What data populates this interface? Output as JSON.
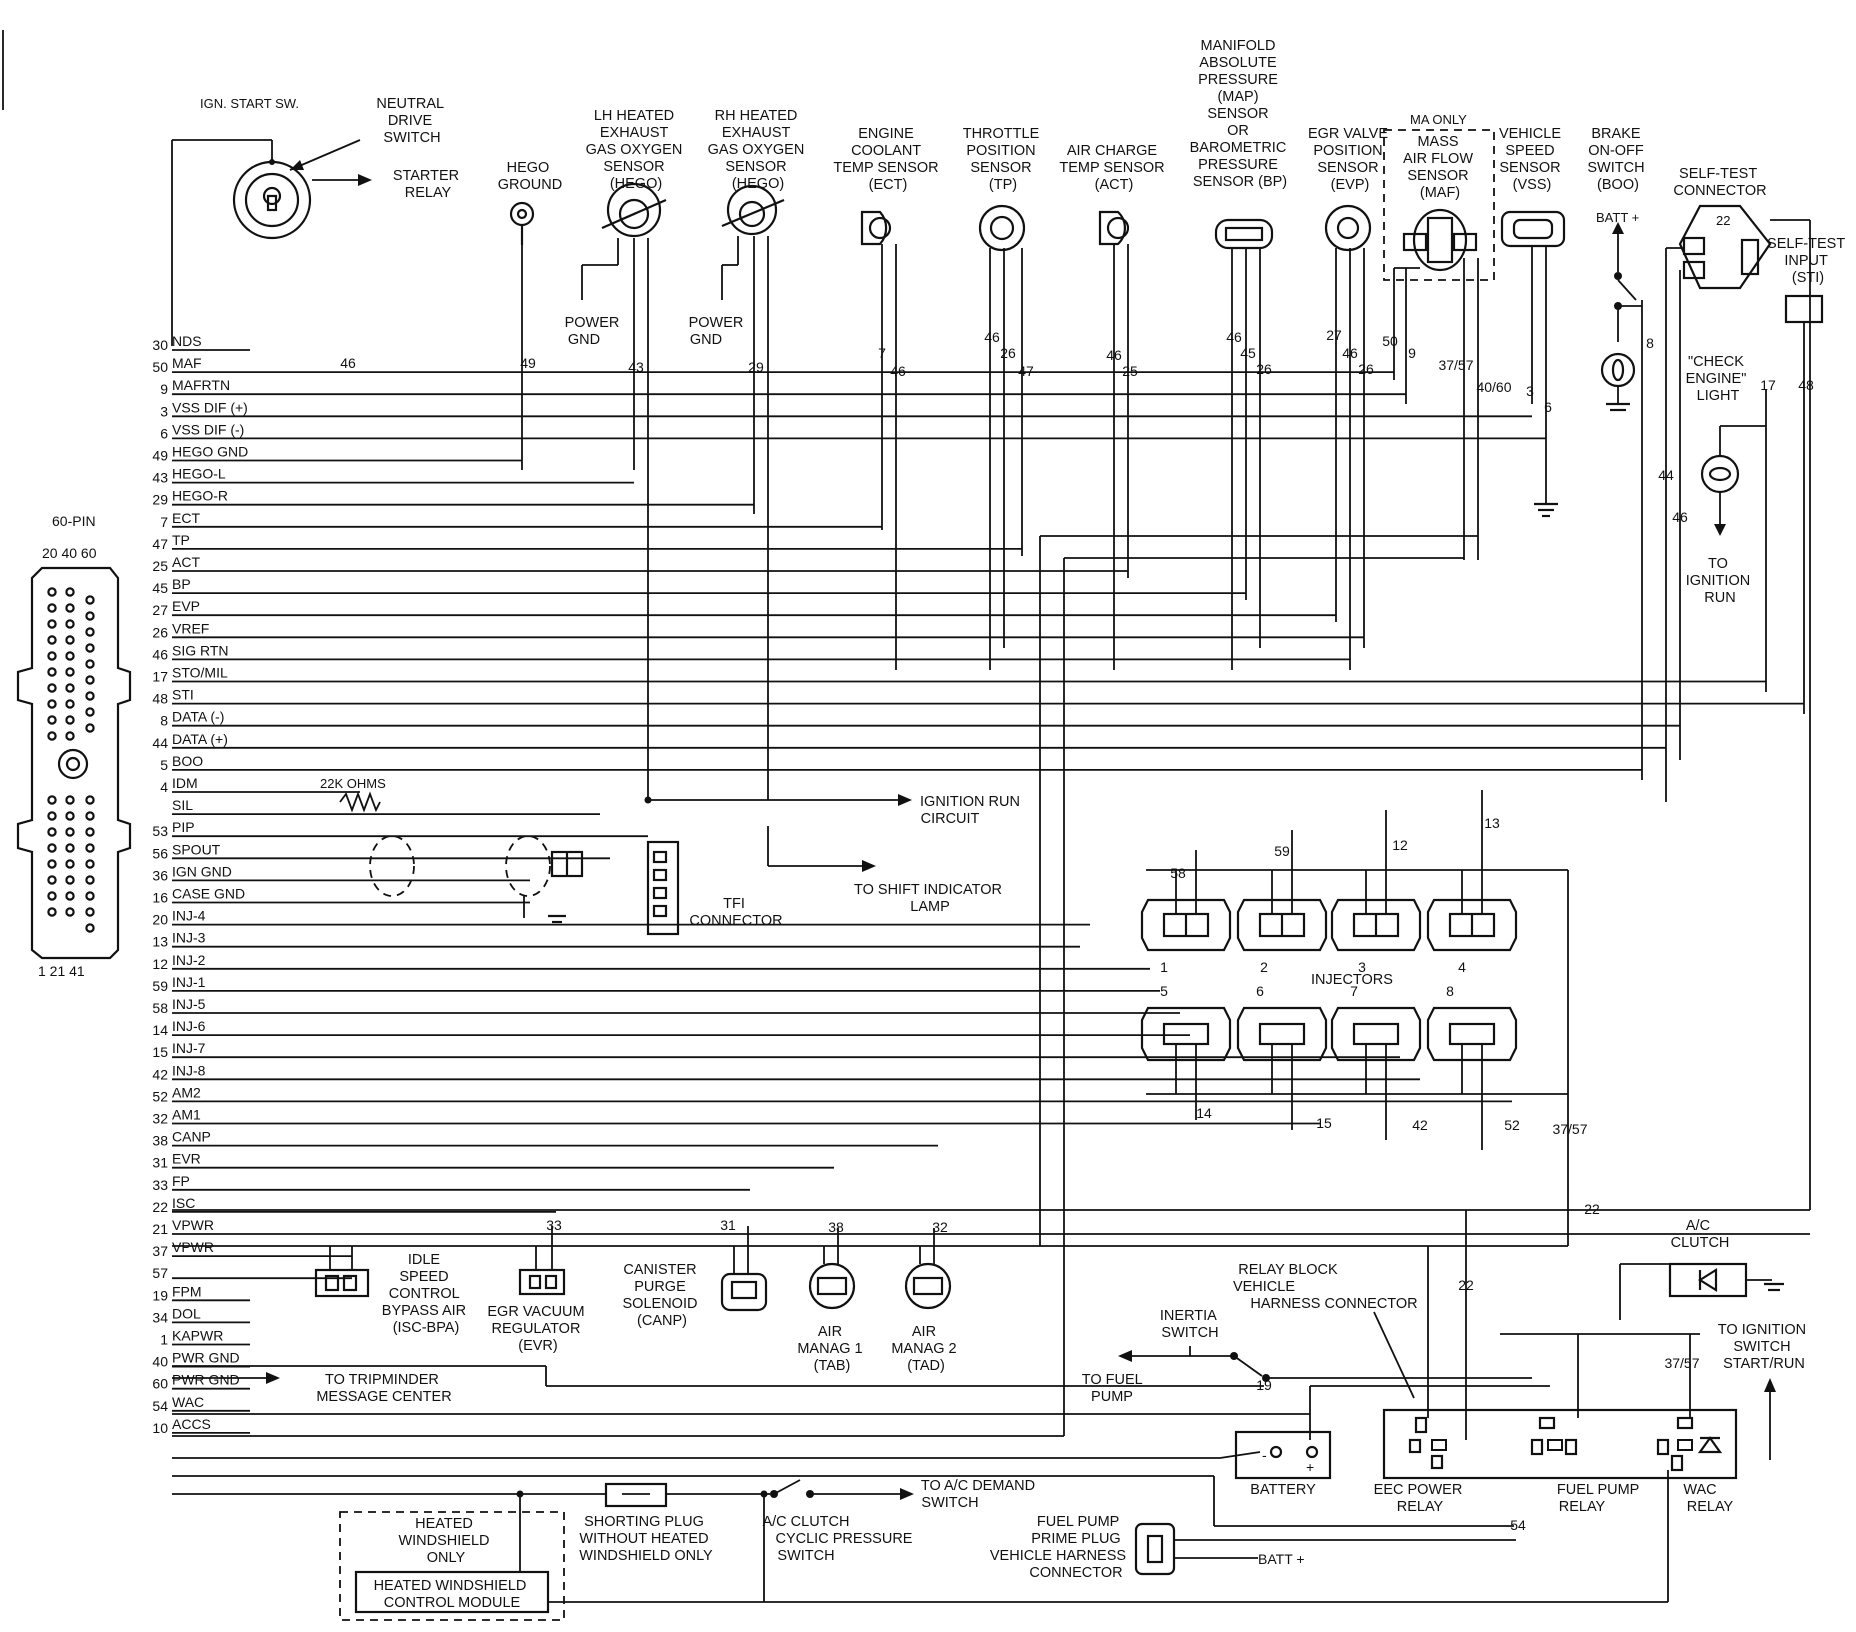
{
  "connector_60pin": {
    "title": "60-PIN",
    "top_numbers": "20  40  60",
    "bottom_numbers": "1  21  41"
  },
  "pins": [
    {
      "n": "30",
      "label": "NDS"
    },
    {
      "n": "50",
      "label": "MAF"
    },
    {
      "n": "9",
      "label": "MAFRTN"
    },
    {
      "n": "3",
      "label": "VSS DIF (+)"
    },
    {
      "n": "6",
      "label": "VSS DIF (-)"
    },
    {
      "n": "49",
      "label": "HEGO GND"
    },
    {
      "n": "43",
      "label": "HEGO-L"
    },
    {
      "n": "29",
      "label": "HEGO-R"
    },
    {
      "n": "7",
      "label": "ECT"
    },
    {
      "n": "47",
      "label": "TP"
    },
    {
      "n": "25",
      "label": "ACT"
    },
    {
      "n": "45",
      "label": "BP"
    },
    {
      "n": "27",
      "label": "EVP"
    },
    {
      "n": "26",
      "label": "VREF"
    },
    {
      "n": "46",
      "label": "SIG RTN"
    },
    {
      "n": "17",
      "label": "STO/MIL"
    },
    {
      "n": "48",
      "label": "STI"
    },
    {
      "n": "8",
      "label": "DATA (-)"
    },
    {
      "n": "44",
      "label": "DATA (+)"
    },
    {
      "n": "5",
      "label": "BOO"
    },
    {
      "n": "4",
      "label": "IDM"
    },
    {
      "n": "",
      "label": "SIL"
    },
    {
      "n": "53",
      "label": "PIP"
    },
    {
      "n": "56",
      "label": "SPOUT"
    },
    {
      "n": "36",
      "label": "IGN GND"
    },
    {
      "n": "16",
      "label": "CASE GND"
    },
    {
      "n": "20",
      "label": "INJ-4"
    },
    {
      "n": "13",
      "label": "INJ-3"
    },
    {
      "n": "12",
      "label": "INJ-2"
    },
    {
      "n": "59",
      "label": "INJ-1"
    },
    {
      "n": "58",
      "label": "INJ-5"
    },
    {
      "n": "14",
      "label": "INJ-6"
    },
    {
      "n": "15",
      "label": "INJ-7"
    },
    {
      "n": "42",
      "label": "INJ-8"
    },
    {
      "n": "52",
      "label": "AM2"
    },
    {
      "n": "32",
      "label": "AM1"
    },
    {
      "n": "38",
      "label": "CANP"
    },
    {
      "n": "31",
      "label": "EVR"
    },
    {
      "n": "33",
      "label": "FP"
    },
    {
      "n": "22",
      "label": "ISC"
    },
    {
      "n": "21",
      "label": "VPWR"
    },
    {
      "n": "37",
      "label": "VPWR"
    },
    {
      "n": "57",
      "label": ""
    },
    {
      "n": "19",
      "label": "FPM"
    },
    {
      "n": "34",
      "label": "DOL"
    },
    {
      "n": "1",
      "label": "KAPWR"
    },
    {
      "n": "40",
      "label": "PWR GND"
    },
    {
      "n": "60",
      "label": "PWR GND"
    },
    {
      "n": "54",
      "label": "WAC"
    },
    {
      "n": "10",
      "label": "ACCS"
    }
  ],
  "sensors": {
    "ign_start_sw": "IGN. START SW.",
    "neutral_drive": [
      "NEUTRAL",
      "DRIVE",
      "SWITCH"
    ],
    "starter_relay": [
      "STARTER",
      "RELAY"
    ],
    "hego_ground": [
      "HEGO",
      "GROUND"
    ],
    "lh_hego": [
      "LH HEATED",
      "EXHAUST",
      "GAS OXYGEN",
      "SENSOR",
      "(HEGO)"
    ],
    "rh_hego": [
      "RH HEATED",
      "EXHAUST",
      "GAS OXYGEN",
      "SENSOR",
      "(HEGO)"
    ],
    "power_gnd": [
      "POWER",
      "GND"
    ],
    "ect": [
      "ENGINE",
      "COOLANT",
      "TEMP SENSOR",
      "(ECT)"
    ],
    "tp": [
      "THROTTLE",
      "POSITION",
      "SENSOR",
      "(TP)"
    ],
    "act": [
      "AIR CHARGE",
      "TEMP SENSOR",
      "(ACT)"
    ],
    "map": [
      "MANIFOLD",
      "ABSOLUTE",
      "PRESSURE",
      "(MAP)",
      "SENSOR",
      "OR",
      "BAROMETRIC",
      "PRESSURE",
      "SENSOR (BP)"
    ],
    "evp": [
      "EGR VALVE",
      "POSITION",
      "SENSOR",
      "(EVP)"
    ],
    "ma_only": "MA ONLY",
    "maf": [
      "MASS",
      "AIR FLOW",
      "SENSOR",
      "(MAF)"
    ],
    "vss": [
      "VEHICLE",
      "SPEED",
      "SENSOR",
      "(VSS)"
    ],
    "boo": [
      "BRAKE",
      "ON-OFF",
      "SWITCH",
      "(BOO)"
    ],
    "batt_plus": "BATT +",
    "self_test_connector": [
      "SELF-TEST",
      "CONNECTOR"
    ],
    "self_test_input": [
      "SELF-TEST",
      "INPUT",
      "(STI)"
    ],
    "check_engine": [
      "\"CHECK",
      "ENGINE\"",
      "LIGHT"
    ],
    "to_ignition_run": [
      "TO",
      "IGNITION",
      "RUN"
    ]
  },
  "middle": {
    "ohms": "22K OHMS",
    "ignition_run_circuit": [
      "IGNITION RUN",
      "CIRCUIT"
    ],
    "shift_indicator": [
      "TO SHIFT INDICATOR",
      "LAMP"
    ],
    "tfi": [
      "TFI",
      "CONNECTOR"
    ],
    "injectors": "INJECTORS",
    "injector_numbers_top": [
      "1",
      "2",
      "3",
      "4"
    ],
    "injector_numbers_bottom": [
      "5",
      "6",
      "7",
      "8"
    ]
  },
  "bottom": {
    "isc": [
      "IDLE",
      "SPEED",
      "CONTROL",
      "BYPASS AIR",
      "(ISC-BPA)"
    ],
    "evr": [
      "EGR VACUUM",
      "REGULATOR",
      "(EVR)"
    ],
    "canp": [
      "CANISTER",
      "PURGE",
      "SOLENOID",
      "(CANP)"
    ],
    "tab": [
      "AIR",
      "MANAG 1",
      "(TAB)"
    ],
    "tad": [
      "AIR",
      "MANAG 2",
      "(TAD)"
    ],
    "ac_clutch": [
      "A/C",
      "CLUTCH"
    ],
    "relay_block": [
      "RELAY BLOCK",
      "VEHICLE",
      "HARNESS CONNECTOR"
    ],
    "inertia": [
      "INERTIA",
      "SWITCH"
    ],
    "to_fuel_pump": [
      "TO FUEL",
      "PUMP"
    ],
    "tripminder": [
      "TO TRIPMINDER",
      "MESSAGE CENTER"
    ],
    "to_ign_start": [
      "TO IGNITION",
      "SWITCH",
      "START/RUN"
    ],
    "battery": "BATTERY",
    "eec_relay": [
      "EEC POWER",
      "RELAY"
    ],
    "fuel_pump_relay": [
      "FUEL PUMP",
      "RELAY"
    ],
    "wac_relay": [
      "WAC",
      "RELAY"
    ],
    "ac_demand": [
      "TO A/C DEMAND",
      "SWITCH"
    ],
    "shorting_plug": [
      "SHORTING PLUG",
      "WITHOUT HEATED",
      "WINDSHIELD ONLY"
    ],
    "ac_clutch_switch": [
      "A/C CLUTCH",
      "CYCLIC PRESSURE",
      "SWITCH"
    ],
    "fuel_pump_prime": [
      "FUEL PUMP",
      "PRIME PLUG",
      "VEHICLE HARNESS",
      "CONNECTOR"
    ],
    "heated_ws_only": [
      "HEATED",
      "WINDSHIELD",
      "ONLY"
    ],
    "heated_ws_module": [
      "HEATED WINDSHIELD",
      "CONTROL MODULE"
    ],
    "batt_plus": "BATT +"
  },
  "wire_numbers": {
    "w46_top": "46",
    "w49": "49",
    "w43": "43",
    "w29": "29",
    "w7": "7",
    "w46_ect": "46",
    "w46_tp": "46",
    "w26_tp": "26",
    "w47": "47",
    "w46_act": "46",
    "w25": "25",
    "w46_map": "46",
    "w45": "45",
    "w26_map": "26",
    "w27": "27",
    "w46_evp": "46",
    "w26_evp": "26",
    "w50": "50",
    "w9": "9",
    "w3757_maf": "37/57",
    "w4060": "40/60",
    "w3": "3",
    "w6": "6",
    "w8": "8",
    "w44": "44",
    "w46_ce": "46",
    "w17": "17",
    "w48": "48",
    "w58": "58",
    "w59": "59",
    "w12": "12",
    "w13": "13",
    "w14": "14",
    "w15": "15",
    "w42": "42",
    "w52": "52",
    "w3757_inj": "37/57",
    "w22": "22",
    "w22b": "22",
    "w33": "33",
    "w31": "31",
    "w38": "38",
    "w32": "32",
    "w19": "19",
    "w54": "54",
    "w3757_relay": "37/57",
    "w22_st": "22"
  }
}
